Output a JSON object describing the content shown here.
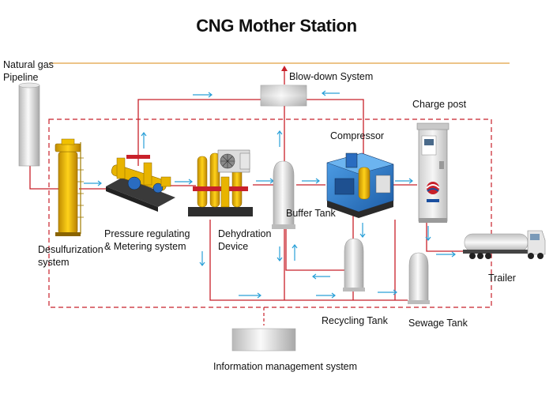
{
  "title": "CNG Mother Station",
  "labels": {
    "natural_gas_pipeline": [
      "Natural gas",
      "Pipeline"
    ],
    "blowdown_system": "Blow-down System",
    "charge_post": "Charge post",
    "compressor": "Compressor",
    "buffer_tank": "Buffer Tank",
    "pressure_regulating": [
      "Pressure regulating",
      "& Metering system"
    ],
    "dehydration": [
      "Dehydration",
      "Device"
    ],
    "desulfurization": [
      "Desulfurization",
      "system"
    ],
    "trailer": "Trailer",
    "recycling_tank": "Recycling Tank",
    "sewage_tank": "Sewage Tank",
    "info_system": "Information management system"
  },
  "colors": {
    "pipe_red": "#c8202a",
    "boundary_red": "#c8202a",
    "flow_arrow": "#2aa0d8",
    "top_line": "#e0a040",
    "desulfurizer_yellow": "#e8b400",
    "compressor_blue": "#2a78c8",
    "tank_gray": "#d0d0d0"
  },
  "icons": [
    "pipeline-icon",
    "desulfurization-tower-icon",
    "pressure-skid-icon",
    "dehydration-unit-icon",
    "buffer-tank-icon",
    "compressor-unit-icon",
    "charge-post-icon",
    "trailer-truck-icon",
    "recycling-tank-icon",
    "sewage-tank-icon",
    "blowdown-vessel-icon",
    "info-system-icon"
  ]
}
